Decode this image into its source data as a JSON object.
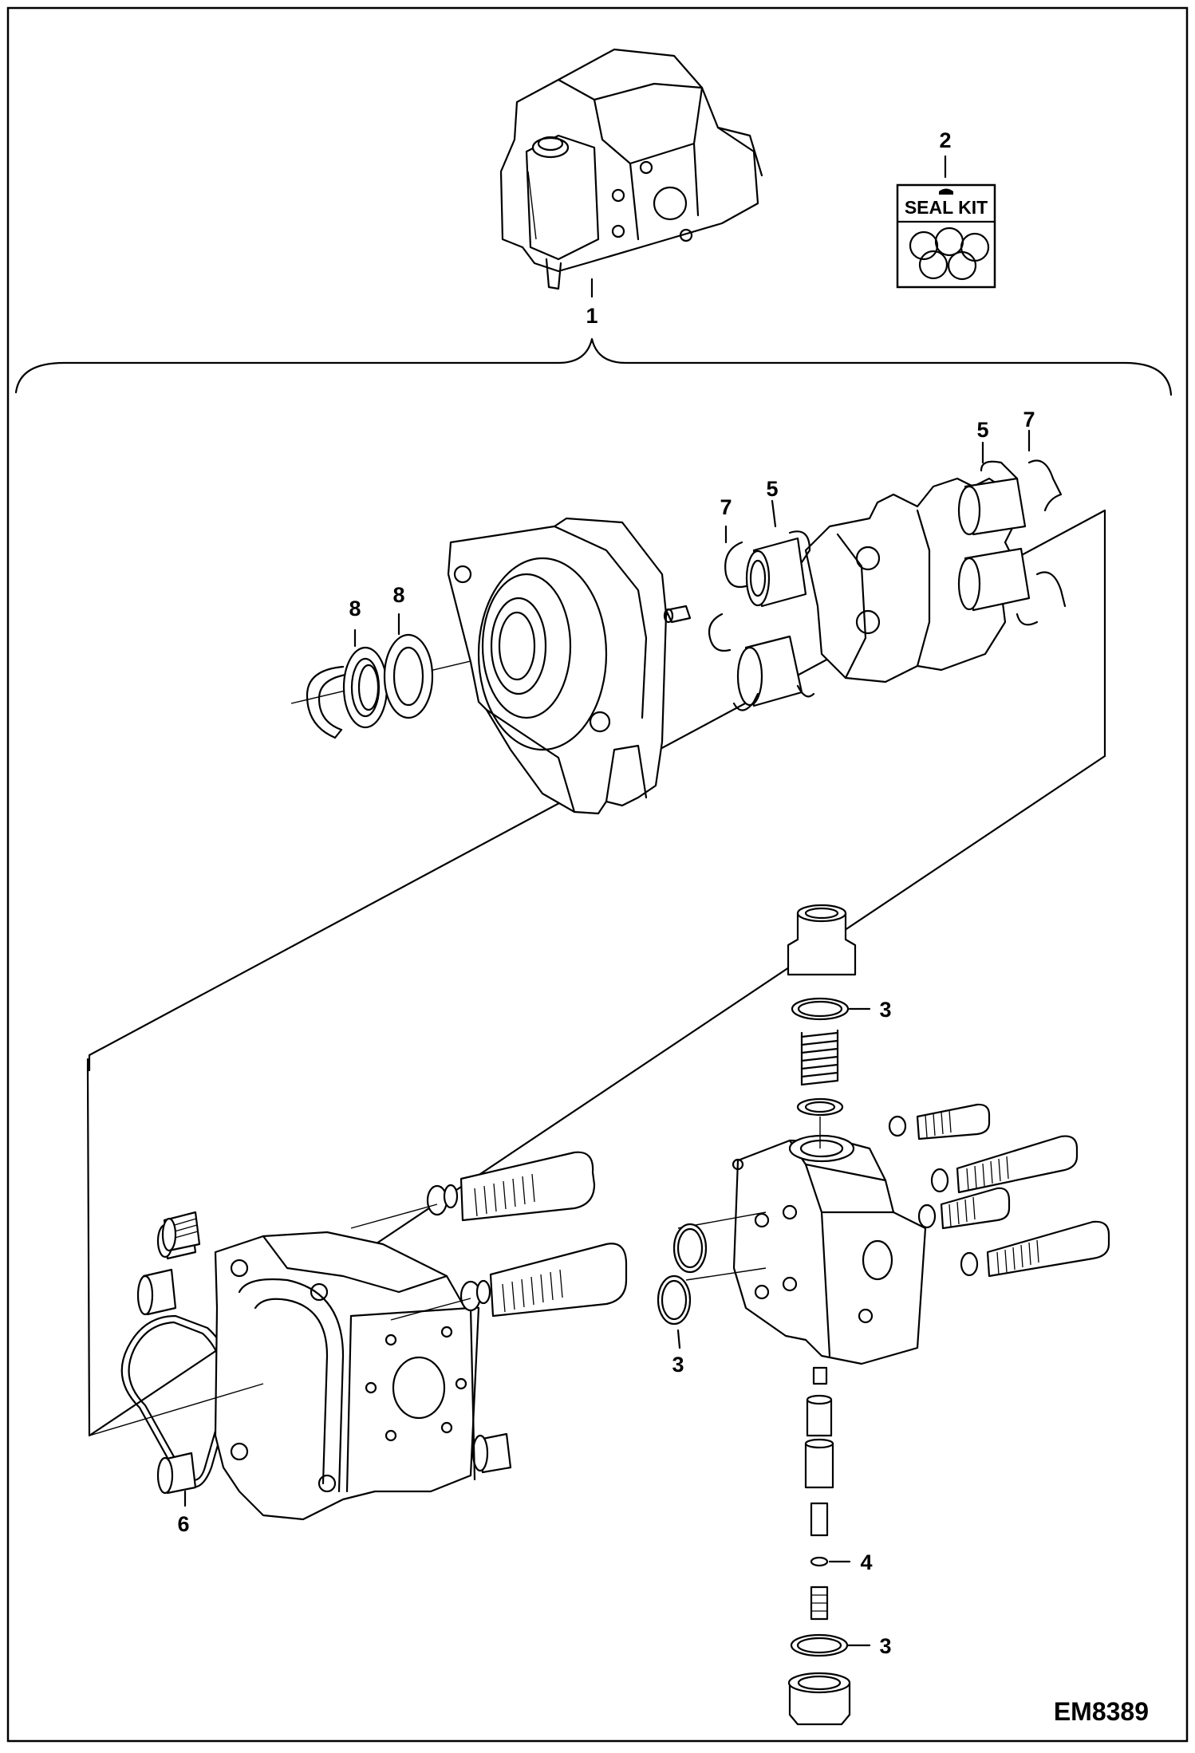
{
  "diagram": {
    "type": "exploded-parts-view",
    "drawing_code": "EM8389",
    "seal_kit_label": "SEAL KIT",
    "callouts": [
      {
        "id": "c1",
        "label": "1"
      },
      {
        "id": "c2",
        "label": "2"
      },
      {
        "id": "c3a",
        "label": "3"
      },
      {
        "id": "c3b",
        "label": "3"
      },
      {
        "id": "c3c",
        "label": "3"
      },
      {
        "id": "c4",
        "label": "4"
      },
      {
        "id": "c5a",
        "label": "5"
      },
      {
        "id": "c5b",
        "label": "5"
      },
      {
        "id": "c6",
        "label": "6"
      },
      {
        "id": "c7a",
        "label": "7"
      },
      {
        "id": "c7b",
        "label": "7"
      },
      {
        "id": "c8a",
        "label": "8"
      },
      {
        "id": "c8b",
        "label": "8"
      }
    ]
  }
}
